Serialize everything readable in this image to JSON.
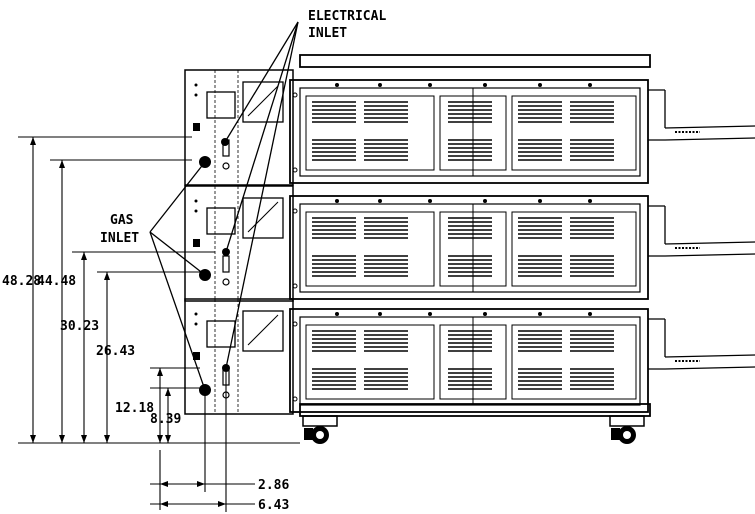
{
  "callouts": {
    "electrical_inlet": [
      "ELECTRICAL",
      "INLET"
    ],
    "gas_inlet": [
      "GAS",
      "INLET"
    ]
  },
  "dimensions": {
    "d1": "48.28",
    "d2": "44.48",
    "d3": "30.23",
    "d4": "26.43",
    "d5": "12.18",
    "d6": "8.39",
    "h1": "2.86",
    "h2": "6.43"
  }
}
